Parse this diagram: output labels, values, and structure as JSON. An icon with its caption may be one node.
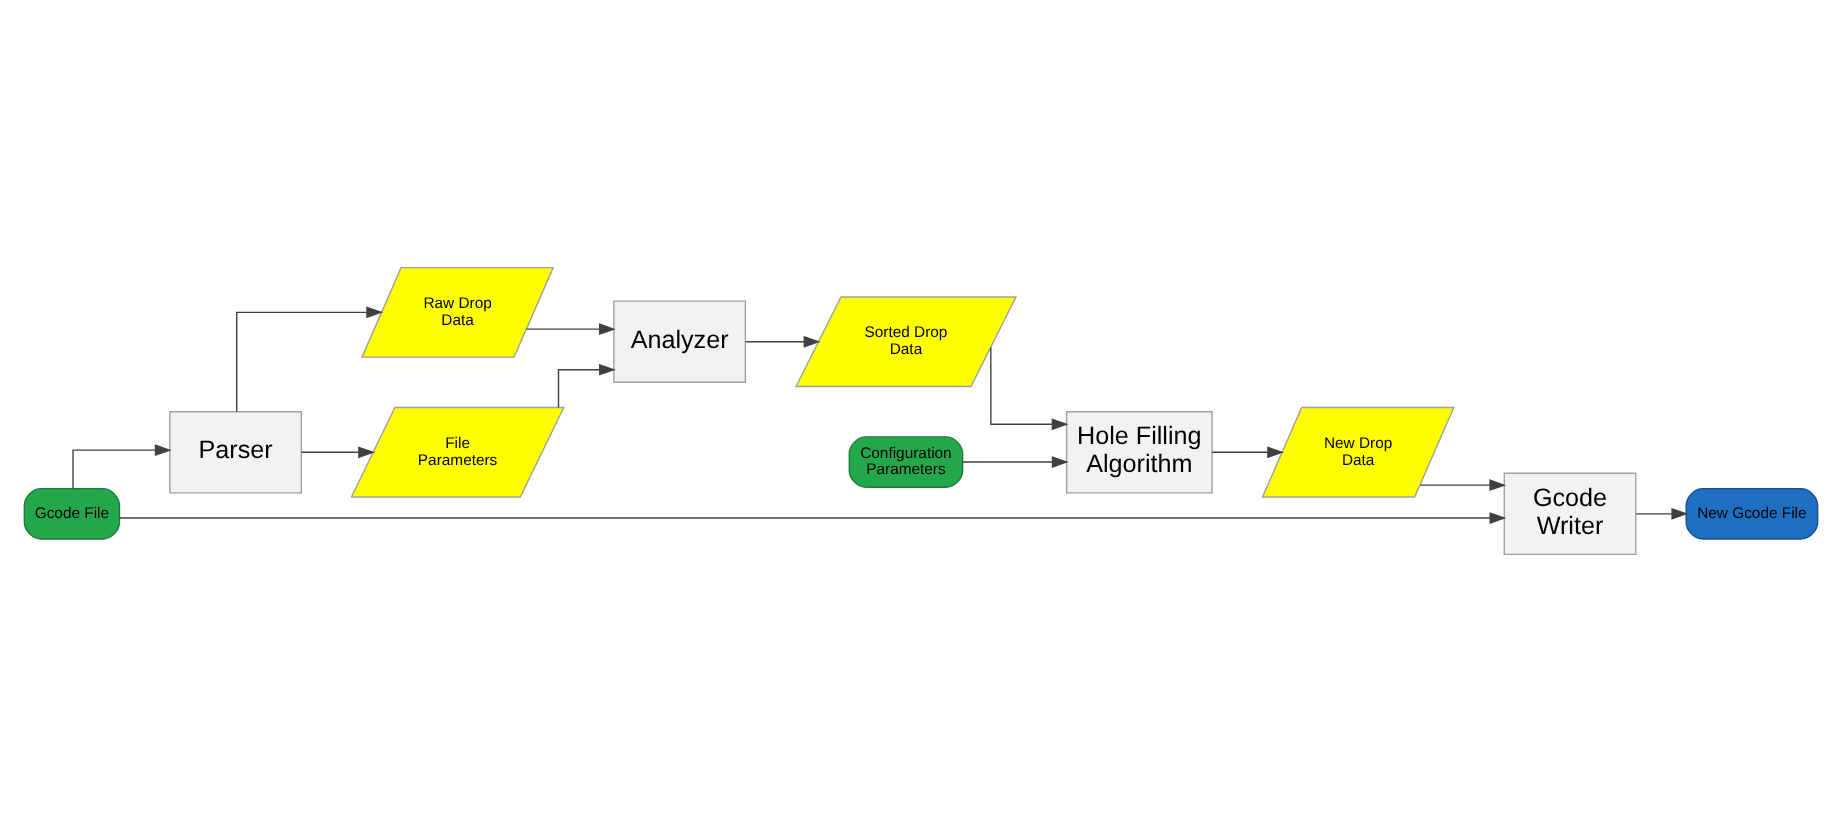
{
  "diagram": {
    "nodes": [
      {
        "text": [
          "Gcode File"
        ]
      },
      {
        "text": [
          "Parser"
        ]
      },
      {
        "text": [
          "Raw Drop Data"
        ]
      },
      {
        "text": [
          "File Parameters"
        ]
      },
      {
        "text": [
          "Analyzer"
        ]
      },
      {
        "text": [
          "Sorted Drop Data"
        ]
      },
      {
        "text": [
          "Hole Filling Algorithm"
        ]
      },
      {
        "text": [
          "New Drop Data"
        ]
      },
      {
        "text": [
          "Gcode Writer"
        ]
      },
      {
        "text": [
          "New Gcode File"
        ]
      },
      {
        "text": [
          "Configuration Parameters"
        ]
      }
    ],
    "edges": [
      {
        "from": 0,
        "to": 1,
        "arrow": "to"
      },
      {
        "from": 1,
        "to": 2,
        "arrow": "to"
      },
      {
        "from": 1,
        "to": 3,
        "arrow": "to"
      },
      {
        "from": 2,
        "to": 4,
        "arrow": "to"
      },
      {
        "from": 3,
        "to": 4,
        "arrow": "to"
      },
      {
        "from": 4,
        "to": 5,
        "arrow": "to"
      },
      {
        "from": 5,
        "to": 6,
        "arrow": "to"
      },
      {
        "from": 6,
        "to": 7,
        "arrow": "to"
      },
      {
        "from": 7,
        "to": 8,
        "arrow": "to"
      },
      {
        "from": 0,
        "to": 8,
        "arrow": "to"
      },
      {
        "from": 8,
        "to": 9,
        "arrow": "to"
      },
      {
        "from": 10,
        "to": 6,
        "arrow": "to"
      }
    ]
  }
}
